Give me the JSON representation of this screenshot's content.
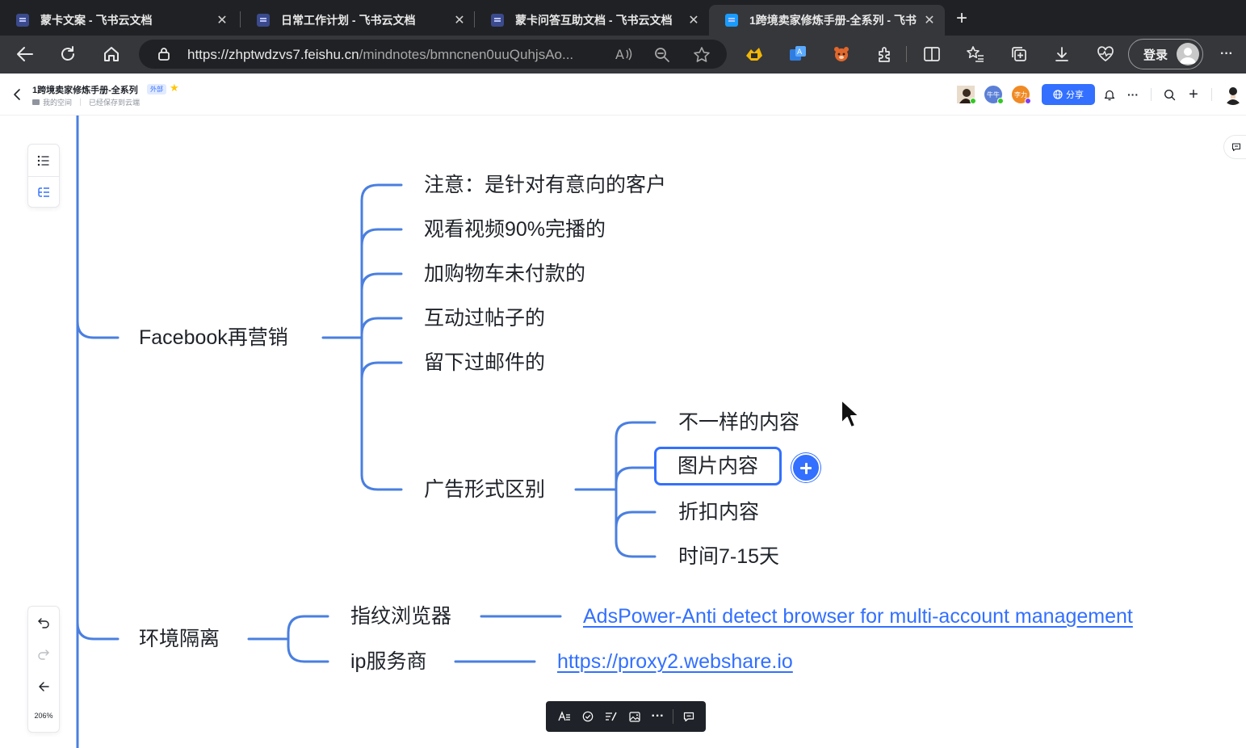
{
  "browser": {
    "tabs": [
      {
        "title": "蒙卡文案 - 飞书云文档",
        "active": false
      },
      {
        "title": "日常工作计划 - 飞书云文档",
        "active": false
      },
      {
        "title": "蒙卡问答互助文档 - 飞书云文档",
        "active": false
      },
      {
        "title": "1跨境卖家修炼手册-全系列 - 飞书",
        "active": true
      }
    ],
    "new_tab": "+",
    "close_glyph": "✕",
    "url_host": "https://zhptwdzvs7.feishu.cn",
    "url_path": "/mindnotes/bmncnen0uuQuhjsAo...",
    "login_label": "登录",
    "more_glyph": "···"
  },
  "header": {
    "doc_title": "1跨境卖家修炼手册-全系列",
    "external_badge": "外部",
    "location": "我的空间",
    "save_status": "已经保存到云端",
    "collaborators": [
      {
        "label": "",
        "color": "#4a3a30",
        "status_color": "#34c724"
      },
      {
        "label": "牛牛",
        "color": "#5b7fd6",
        "status_color": "#34c724"
      },
      {
        "label": "李力",
        "color": "#f08a24",
        "status_color": "#7f3bf5"
      }
    ],
    "share_label": "分享",
    "more_glyph": "···",
    "add_glyph": "+",
    "accent_color": "#3370ff"
  },
  "sidebar": {
    "zoom": "206%"
  },
  "mindmap": {
    "branch_color": "#4a7fe0",
    "facebook": {
      "label": "Facebook再营销",
      "audiences": [
        "注意：是针对有意向的客户",
        "观看视频90%完播的",
        "加购物车未付款的",
        "互动过帖子的",
        "留下过邮件的"
      ],
      "ad_format": {
        "label": "广告形式区别",
        "children": [
          "不一样的内容",
          "图片内容",
          "折扣内容",
          "时间7-15天"
        ]
      }
    },
    "isolation": {
      "label": "环境隔离",
      "children": [
        {
          "label": "指纹浏览器",
          "link": "AdsPower-Anti detect browser for multi-account management"
        },
        {
          "label": "ip服务商",
          "link": "https://proxy2.webshare.io"
        }
      ]
    }
  },
  "float_toolbar": {
    "more_glyph": "···"
  }
}
